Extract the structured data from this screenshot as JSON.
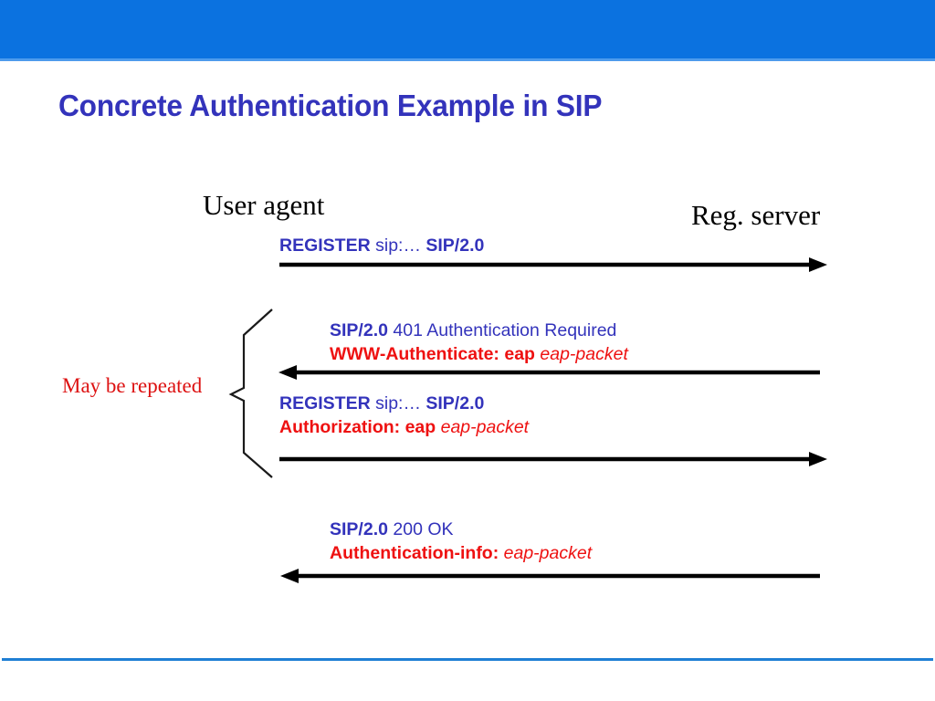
{
  "slide": {
    "title": "Concrete Authentication Example in SIP",
    "theme": {
      "band_color": "#0b72e0",
      "band_hairline_color": "#4e9bec",
      "bottom_rule_color": "#1f7fd4",
      "title_color": "#3333bb",
      "protocol_color": "#3333bb",
      "header_color": "#ee1111",
      "arrow_color": "#000000"
    }
  },
  "endpoints": {
    "left_label": "User agent",
    "right_label": "Reg. server"
  },
  "annotation": {
    "repeat_label": "May be repeated"
  },
  "messages": [
    {
      "id": "register-1",
      "direction": "right",
      "lines": [
        {
          "parts": [
            {
              "text": "REGISTER",
              "style": "blue-bold"
            },
            {
              "text": " sip:… ",
              "style": "blue"
            },
            {
              "text": "SIP/2.0",
              "style": "blue-bold"
            }
          ]
        }
      ]
    },
    {
      "id": "response-401",
      "direction": "left",
      "lines": [
        {
          "parts": [
            {
              "text": "SIP/2.0",
              "style": "blue-bold"
            },
            {
              "text": " 401 Authentication Required",
              "style": "blue"
            }
          ]
        },
        {
          "parts": [
            {
              "text": "WWW-Authenticate",
              "style": "red-bold"
            },
            {
              "text": ": ",
              "style": "red-bold"
            },
            {
              "text": "eap",
              "style": "red-bold"
            },
            {
              "text": " ",
              "style": "red"
            },
            {
              "text": "eap-packet",
              "style": "red-italic"
            }
          ]
        }
      ]
    },
    {
      "id": "register-2",
      "direction": "right",
      "lines": [
        {
          "parts": [
            {
              "text": "REGISTER",
              "style": "blue-bold"
            },
            {
              "text": " sip:… ",
              "style": "blue"
            },
            {
              "text": "SIP/2.0",
              "style": "blue-bold"
            }
          ]
        },
        {
          "parts": [
            {
              "text": "Authorization",
              "style": "red-bold"
            },
            {
              "text": ": ",
              "style": "red-bold"
            },
            {
              "text": "eap",
              "style": "red-bold"
            },
            {
              "text": " ",
              "style": "red"
            },
            {
              "text": "eap-packet",
              "style": "red-italic"
            }
          ]
        }
      ]
    },
    {
      "id": "response-200",
      "direction": "left",
      "lines": [
        {
          "parts": [
            {
              "text": "SIP/2.0",
              "style": "blue-bold"
            },
            {
              "text": " 200 OK",
              "style": "blue"
            }
          ]
        },
        {
          "parts": [
            {
              "text": "Authentication-info",
              "style": "red-bold"
            },
            {
              "text": ": ",
              "style": "red-bold"
            },
            {
              "text": "eap-packet",
              "style": "red-italic"
            }
          ]
        }
      ]
    }
  ],
  "icons": {
    "arrow_right": "arrow-right-icon",
    "arrow_left": "arrow-left-icon",
    "brace": "curly-brace-icon"
  }
}
